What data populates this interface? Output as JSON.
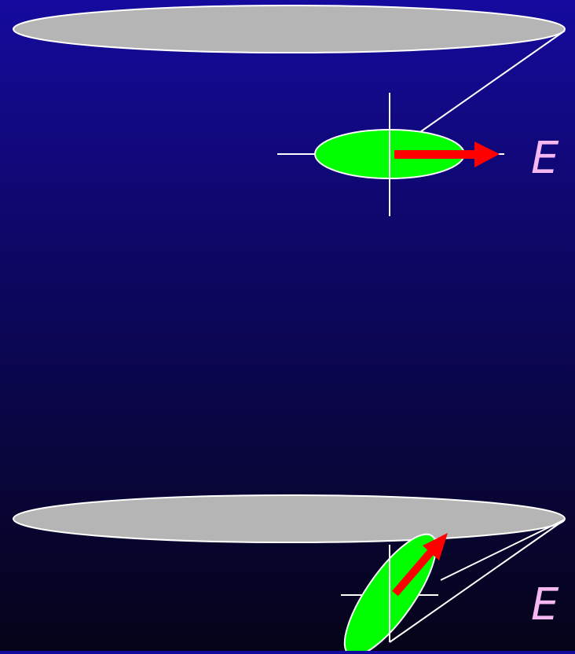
{
  "figure": {
    "panels": [
      {
        "id": "horizontal-polarization",
        "field_label": "E",
        "arrow_direction": "horizontal",
        "arrow_angle_deg": 0
      },
      {
        "id": "tilted-polarization",
        "field_label": "E",
        "arrow_direction": "diagonal",
        "arrow_angle_deg": 45
      }
    ],
    "colors": {
      "background_top": "#150a9e",
      "background_bottom": "#050418",
      "disk": "#b5b5b5",
      "ellipse": "#00ff00",
      "arrow": "#ff0000",
      "lines": "#ffffff",
      "label": "#f5b8f0"
    }
  }
}
